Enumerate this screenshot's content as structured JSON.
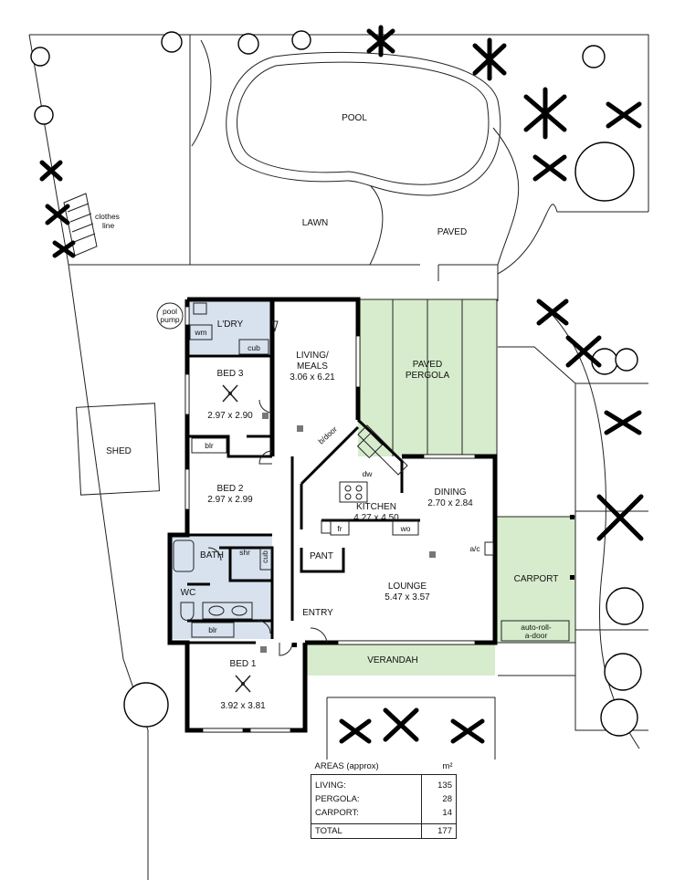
{
  "labels": {
    "pool": "POOL",
    "lawn": "LAWN",
    "paved": "PAVED",
    "clothes_line_1": "clothes",
    "clothes_line_2": "line",
    "pool_pump_1": "pool",
    "pool_pump_2": "pump",
    "laundry": "L'DRY",
    "wm": "wm",
    "cub_laundry": "cub",
    "living_1": "LIVING/",
    "living_2": "MEALS",
    "living_dim": "3.06 x 6.21",
    "paved_pergola_1": "PAVED",
    "paved_pergola_2": "PERGOLA",
    "bed3": "BED 3",
    "bed3_dim": "2.97 x 2.90",
    "blr_1": "blr",
    "bifold_door": "b/door",
    "bed2": "BED 2",
    "bed2_dim": "2.97 x 2.99",
    "dw": "dw",
    "kitchen": "KITCHEN",
    "kitchen_dim": "4.27 x 4.50",
    "dining": "DINING",
    "dining_dim": "2.70 x 2.84",
    "shed": "SHED",
    "fr": "fr",
    "wo": "wo",
    "ac": "a/c",
    "bath": "BATH",
    "shr": "shr",
    "cub_bath": "cub",
    "pant": "PANT",
    "carport": "CARPORT",
    "wc": "WC",
    "lounge": "LOUNGE",
    "lounge_dim": "5.47 x 3.57",
    "entry": "ENTRY",
    "blr_2": "blr",
    "auto_door_1": "auto-roll-",
    "auto_door_2": "a-door",
    "verandah": "VERANDAH",
    "bed1": "BED 1",
    "bed1_dim": "3.92 x 3.81"
  },
  "areas": {
    "title": "AREAS (approx)",
    "unit": "m²",
    "rows": [
      {
        "label": "LIVING:",
        "value": "135"
      },
      {
        "label": "PERGOLA:",
        "value": "28"
      },
      {
        "label": "CARPORT:",
        "value": "14"
      }
    ],
    "total_label": "TOTAL",
    "total_value": "177"
  },
  "colors": {
    "wet_area": "#d7e2ee",
    "outdoor_area": "#d6eccd",
    "wall": "#000000",
    "line": "#222222"
  }
}
